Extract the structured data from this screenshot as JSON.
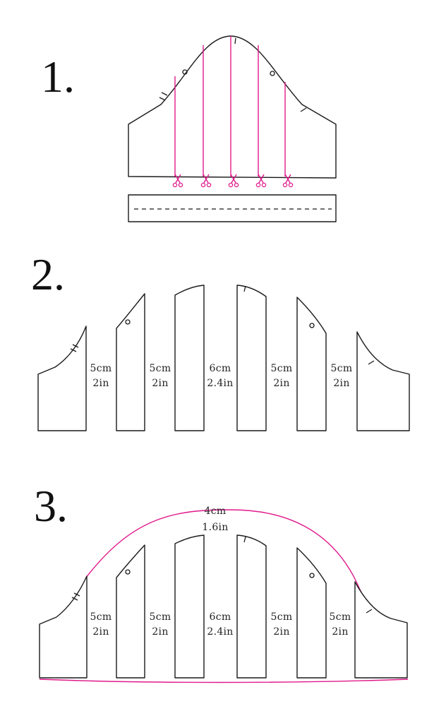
{
  "steps": [
    {
      "number": "1."
    },
    {
      "number": "2."
    },
    {
      "number": "3."
    }
  ],
  "spread_labels": [
    {
      "cm": "5cm",
      "in": "2in"
    },
    {
      "cm": "5cm",
      "in": "2in"
    },
    {
      "cm": "6cm",
      "in": "2.4in"
    },
    {
      "cm": "5cm",
      "in": "2in"
    },
    {
      "cm": "5cm",
      "in": "2in"
    }
  ],
  "crown_raise": {
    "cm": "4cm",
    "in": "1.6in"
  },
  "colors": {
    "ink": "#1a1a1a",
    "accent": "#e0198c"
  },
  "icons": [
    "scissors-icon"
  ]
}
